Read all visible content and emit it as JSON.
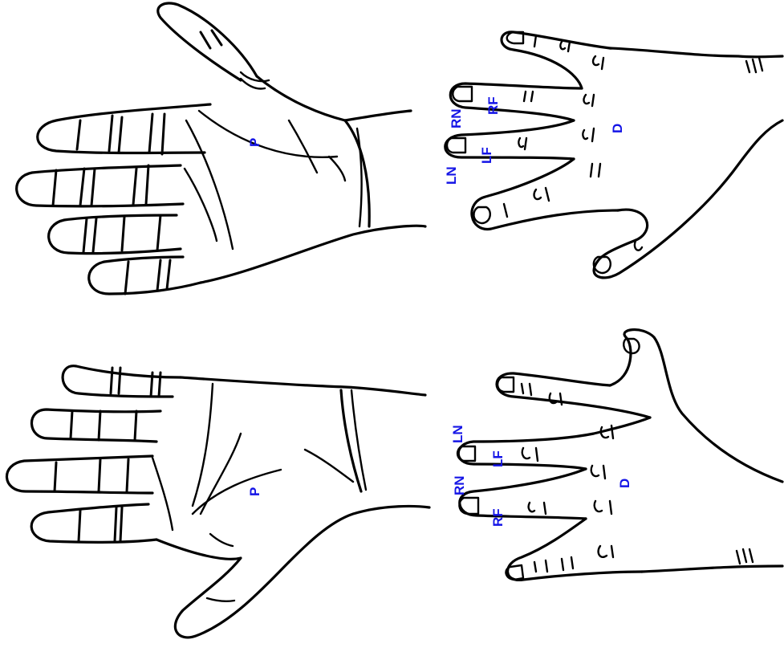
{
  "palette": {
    "ink": "#000000",
    "label": "#1414e6",
    "background": "#ffffff"
  },
  "panels": [
    {
      "id": "top-left",
      "region_labels": [
        {
          "text": "P"
        }
      ]
    },
    {
      "id": "top-right",
      "region_labels": [
        {
          "text": "RN"
        },
        {
          "text": "RF"
        },
        {
          "text": "LN"
        },
        {
          "text": "LF"
        },
        {
          "text": "D"
        }
      ]
    },
    {
      "id": "bottom-left",
      "region_labels": [
        {
          "text": "P"
        }
      ]
    },
    {
      "id": "bottom-right",
      "region_labels": [
        {
          "text": "LN"
        },
        {
          "text": "LF"
        },
        {
          "text": "RN"
        },
        {
          "text": "RF"
        },
        {
          "text": "D"
        }
      ]
    }
  ]
}
